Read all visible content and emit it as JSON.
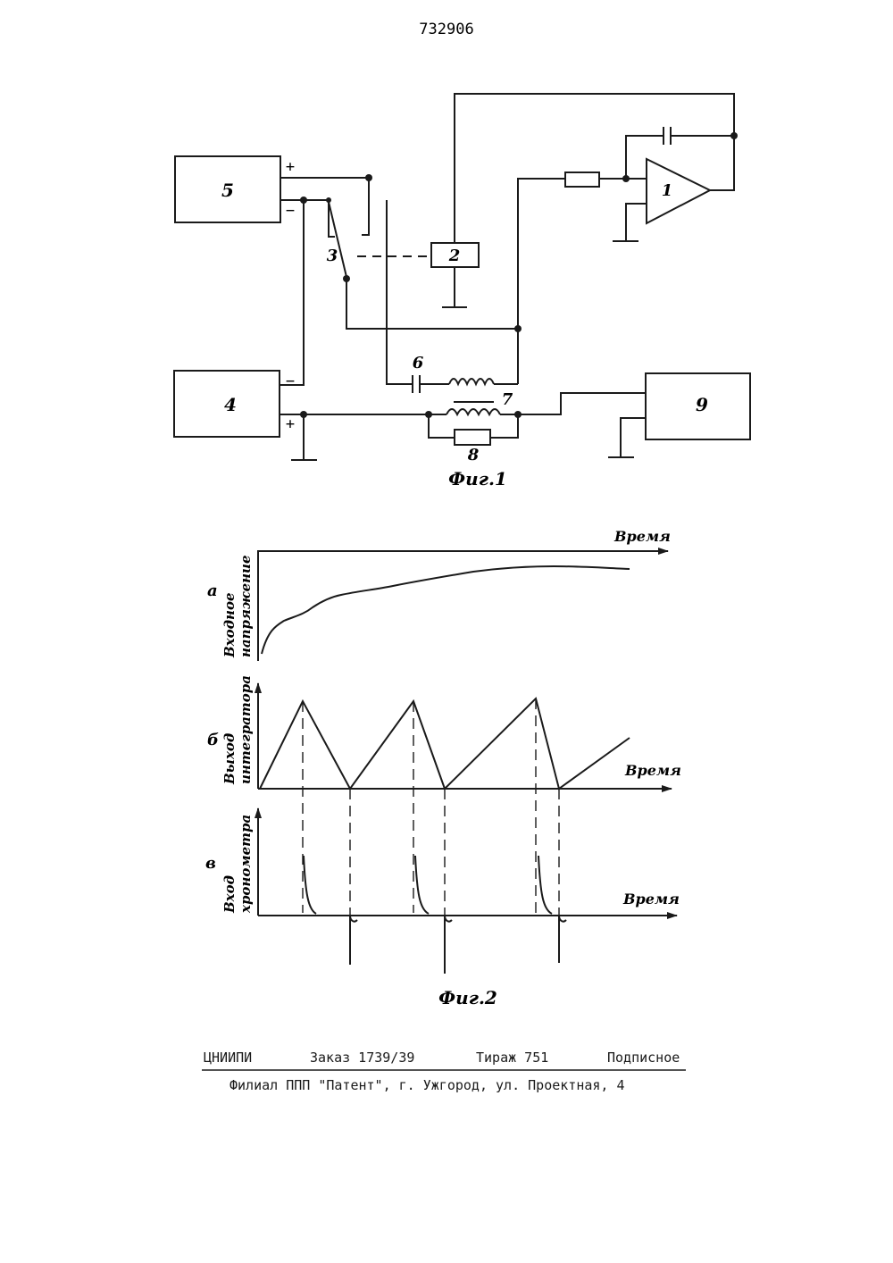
{
  "page": {
    "patent_number": "732906"
  },
  "fig1": {
    "caption": "Фиг.1",
    "blocks": {
      "b5": "5",
      "b4": "4",
      "b9": "9",
      "b2": "2",
      "amp": "1"
    },
    "labels": {
      "switch": "3",
      "cap": "6",
      "coil": "7",
      "resistor": "8"
    },
    "polarity": {
      "b5_plus": "+",
      "b5_minus": "−",
      "b4_minus": "−",
      "b4_plus": "+"
    }
  },
  "fig2": {
    "caption": "Фиг.2",
    "panels": [
      {
        "letter": "а",
        "ylabel_1": "Входное",
        "ylabel_2": "напряжение",
        "xlabel": "Время"
      },
      {
        "letter": "б",
        "ylabel_1": "Выход",
        "ylabel_2": "интегратора",
        "xlabel": "Время"
      },
      {
        "letter": "в",
        "ylabel_1": "Вход",
        "ylabel_2": "хронометра",
        "xlabel": "Время"
      }
    ]
  },
  "footer": {
    "org": "ЦНИИПИ",
    "order": "Заказ 1739/39",
    "circulation": "Тираж 751",
    "type": "Подписное",
    "address": "Филиал ППП \"Патент\", г. Ужгород, ул. Проектная, 4"
  }
}
